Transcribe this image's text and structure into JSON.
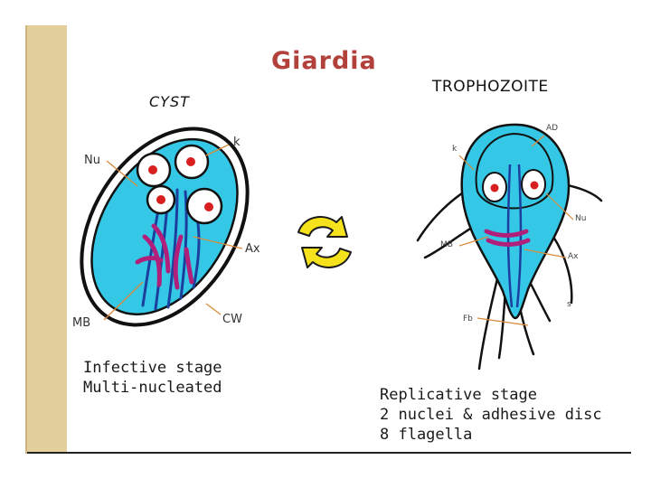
{
  "title": "Giardia",
  "cyst": {
    "heading": "CYST",
    "labels": {
      "nu": "Nu",
      "k": "k",
      "ax": "Ax",
      "mb": "MB",
      "cw": "CW"
    },
    "caption": [
      "Infective stage",
      "Multi-nucleated"
    ]
  },
  "trophozoite": {
    "heading": "TROPHOZOITE",
    "labels": {
      "ad": "AD",
      "k": "k",
      "nu": "Nu",
      "mb": "MB",
      "ax": "Ax",
      "s": "s",
      "fb": "Fb"
    },
    "caption": [
      "Replicative stage",
      "2 nuclei & adhesive disc",
      "8 flagella"
    ]
  },
  "colors": {
    "cytoplasm": "#35c8e6",
    "nucleus_fill": "#ffffff",
    "nucleolus": "#d81e1e",
    "axoneme": "#1b3f9e",
    "median_body": "#b0207a",
    "cycle_arrows": "#f5e21c",
    "pointer_lines": "#d98a3a",
    "title": "#b3413b",
    "side_bar": "#e3cf9c"
  }
}
